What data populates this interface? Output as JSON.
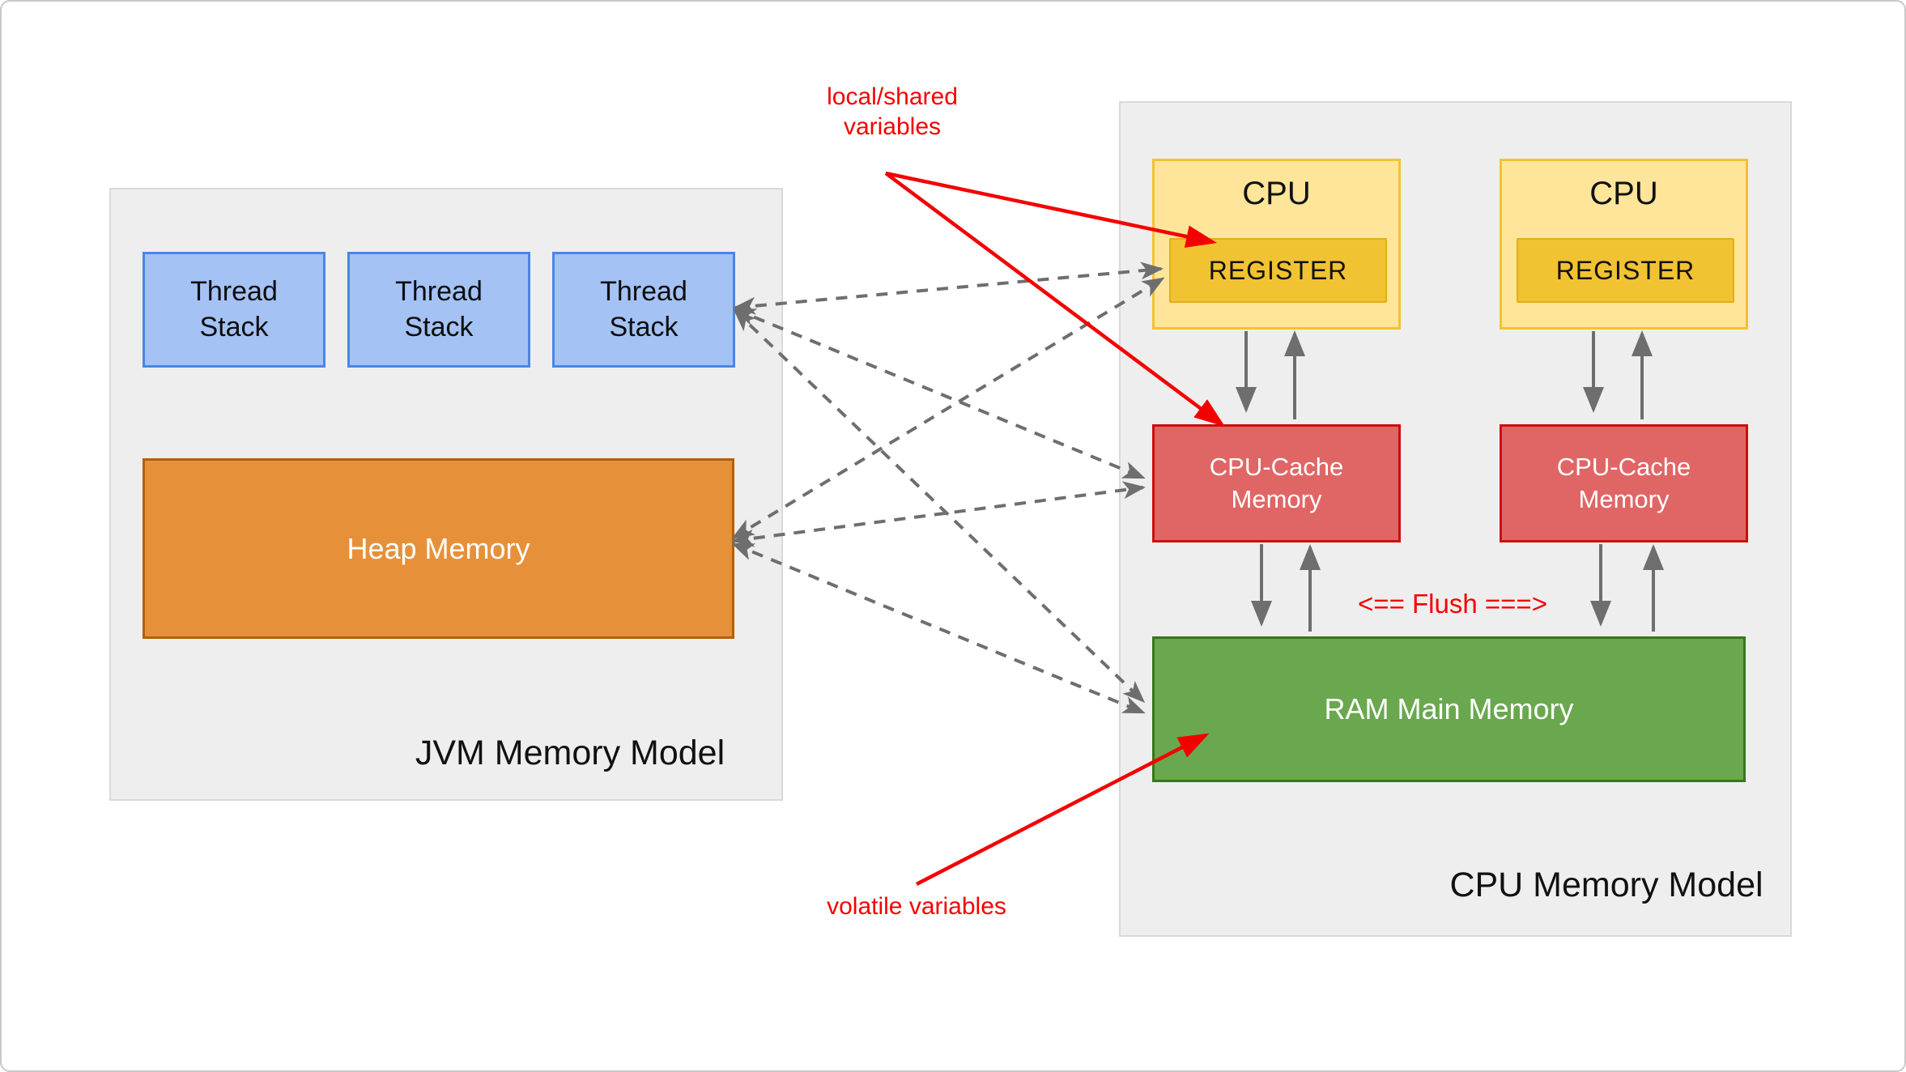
{
  "jvm": {
    "title": "JVM Memory Model",
    "thread_stacks": [
      "Thread Stack",
      "Thread Stack",
      "Thread Stack"
    ],
    "heap_label": "Heap Memory"
  },
  "cpu_model": {
    "title": "CPU Memory Model",
    "cpus": [
      {
        "label": "CPU",
        "register": "REGISTER"
      },
      {
        "label": "CPU",
        "register": "REGISTER"
      }
    ],
    "caches": [
      "CPU-Cache Memory",
      "CPU-Cache Memory"
    ],
    "ram_label": "RAM Main Memory",
    "flush_label": "<== Flush ===>"
  },
  "annotations": {
    "local_shared": "local/shared variables",
    "volatile_vars": "volatile variables"
  },
  "colors": {
    "thread_stack_fill": "#a4c2f4",
    "thread_stack_border": "#4a86e8",
    "heap_fill": "#e6913a",
    "heap_border": "#b45f06",
    "cpu_fill": "#ffe599",
    "cpu_border": "#f1c232",
    "register_fill": "#f1c232",
    "cache_fill": "#e06666",
    "cache_border": "#cc0f0f",
    "ram_fill": "#6aa84f",
    "ram_border": "#38761d",
    "container_fill": "#eeeeee",
    "annotation_red": "#f40000",
    "arrow_gray": "#6e6e6e"
  }
}
